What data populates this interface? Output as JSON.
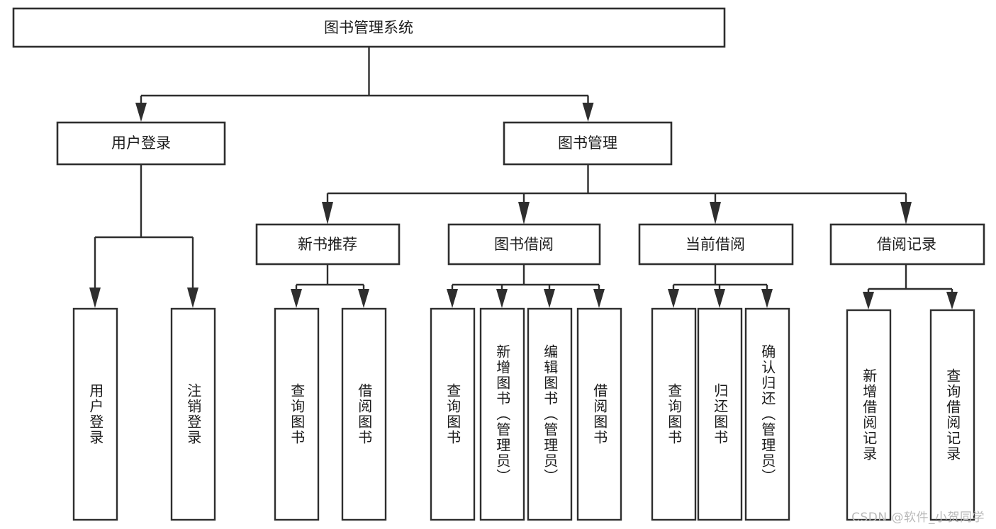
{
  "diagram": {
    "type": "tree",
    "title": "图书管理系统",
    "root": {
      "id": "root",
      "label": "图书管理系统",
      "orientation": "horizontal"
    },
    "level1": [
      {
        "id": "user-login",
        "label": "用户登录",
        "orientation": "horizontal"
      },
      {
        "id": "book-manage",
        "label": "图书管理",
        "orientation": "horizontal"
      }
    ],
    "level2": [
      {
        "id": "new-book-recommend",
        "label": "新书推荐",
        "orientation": "horizontal",
        "parent": "book-manage"
      },
      {
        "id": "book-borrow",
        "label": "图书借阅",
        "orientation": "horizontal",
        "parent": "book-manage"
      },
      {
        "id": "current-borrow",
        "label": "当前借阅",
        "orientation": "horizontal",
        "parent": "book-manage"
      },
      {
        "id": "borrow-record",
        "label": "借阅记录",
        "orientation": "horizontal",
        "parent": "book-manage"
      }
    ],
    "leaves": [
      {
        "id": "leaf-user-login",
        "label": "用户登录",
        "parent": "user-login",
        "orientation": "vertical"
      },
      {
        "id": "leaf-user-logout",
        "label": "注销登录",
        "parent": "user-login",
        "orientation": "vertical"
      },
      {
        "id": "leaf-query-book-rec",
        "label": "查询图书",
        "parent": "new-book-recommend",
        "orientation": "vertical"
      },
      {
        "id": "leaf-borrow-book-rec",
        "label": "借阅图书",
        "parent": "new-book-recommend",
        "orientation": "vertical"
      },
      {
        "id": "leaf-query-book-borrow",
        "label": "查询图书",
        "parent": "book-borrow",
        "orientation": "vertical"
      },
      {
        "id": "leaf-add-book-admin",
        "label": "新增图书（管理员）",
        "parent": "book-borrow",
        "orientation": "vertical"
      },
      {
        "id": "leaf-edit-book-admin",
        "label": "编辑图书（管理员）",
        "parent": "book-borrow",
        "orientation": "vertical"
      },
      {
        "id": "leaf-borrow-book",
        "label": "借阅图书",
        "parent": "book-borrow",
        "orientation": "vertical"
      },
      {
        "id": "leaf-query-book-current",
        "label": "查询图书",
        "parent": "current-borrow",
        "orientation": "vertical"
      },
      {
        "id": "leaf-return-book",
        "label": "归还图书",
        "parent": "current-borrow",
        "orientation": "vertical"
      },
      {
        "id": "leaf-confirm-return-admin",
        "label": "确认归还（管理员）",
        "parent": "current-borrow",
        "orientation": "vertical"
      },
      {
        "id": "leaf-add-borrow-record",
        "label": "新增借阅记录",
        "parent": "borrow-record",
        "orientation": "vertical"
      },
      {
        "id": "leaf-query-borrow-record",
        "label": "查询借阅记录",
        "parent": "borrow-record",
        "orientation": "vertical"
      }
    ],
    "colors": {
      "stroke": "#2e2e2e",
      "fill": "#ffffff",
      "text": "#1b1b1b",
      "watermark": "#b9b9b9",
      "background": "#ffffff"
    }
  },
  "watermark": {
    "text": "CSDN @软件_小贺同学"
  }
}
